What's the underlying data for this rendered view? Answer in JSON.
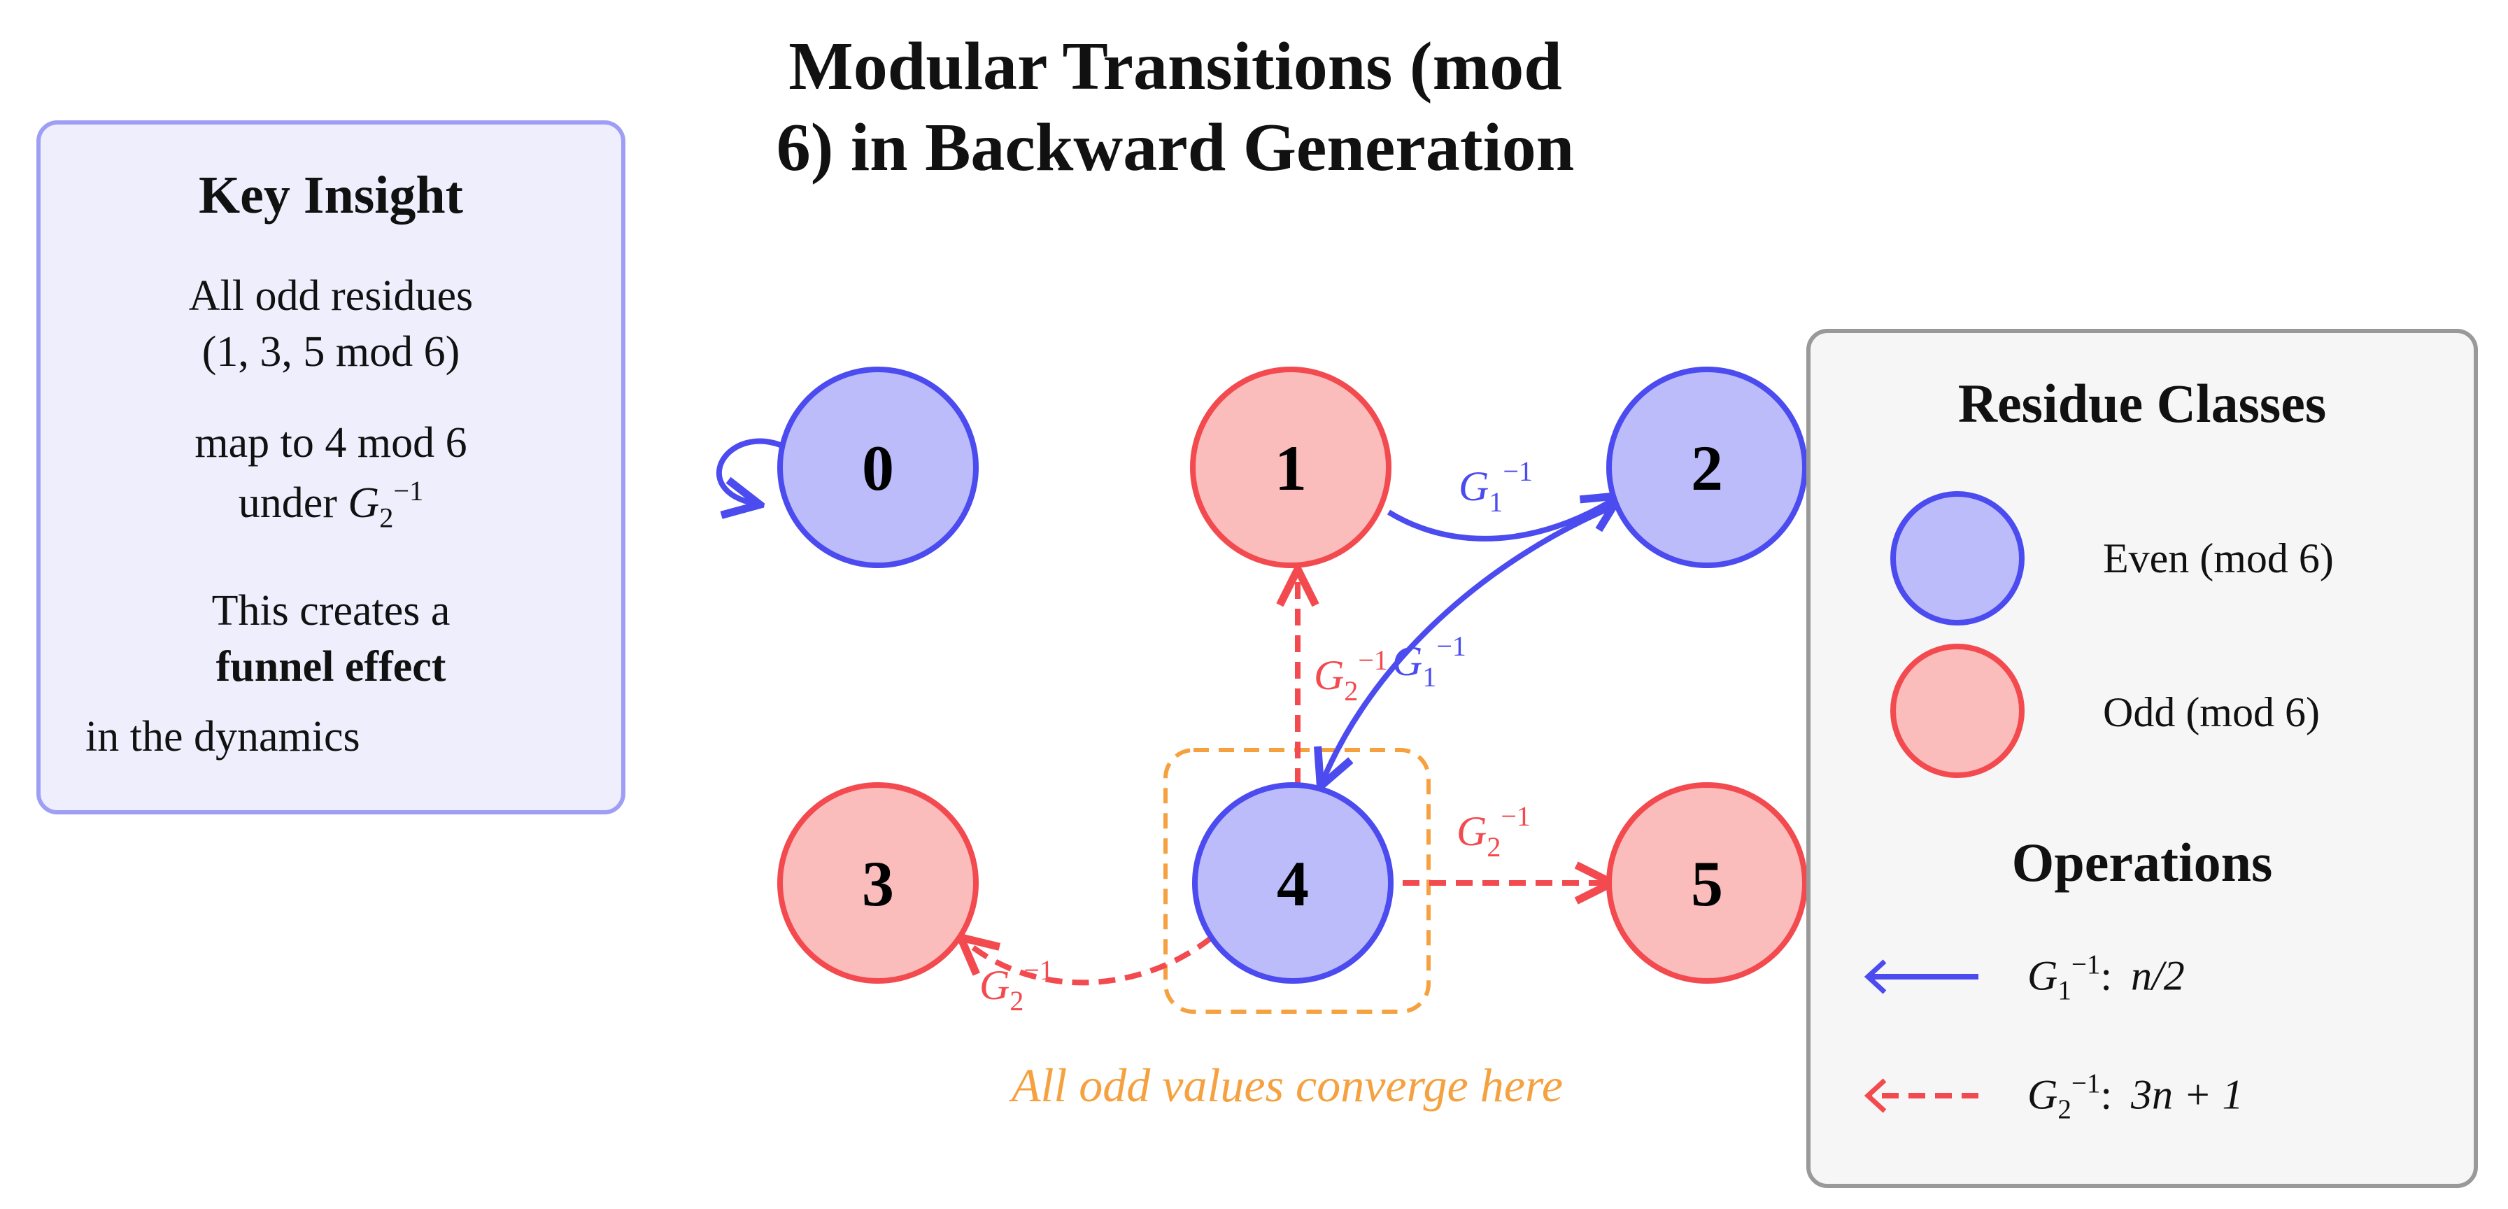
{
  "title": {
    "line1": "Modular Transitions (mod",
    "line2": "6) in Backward Generation"
  },
  "insight": {
    "heading": "Key Insight",
    "line1": "All odd residues",
    "line2": "(1, 3, 5 mod 6)",
    "line3": "map to 4 mod 6",
    "line4_prefix": "under ",
    "line4_op": "G",
    "line4_sub": "2",
    "line4_sup": "−1",
    "line5": "This creates a",
    "line6": "funnel effect",
    "line7": "in the dynamics"
  },
  "nodes": [
    {
      "id": "0",
      "label": "0",
      "class": "even"
    },
    {
      "id": "1",
      "label": "1",
      "class": "odd"
    },
    {
      "id": "2",
      "label": "2",
      "class": "even"
    },
    {
      "id": "3",
      "label": "3",
      "class": "odd"
    },
    {
      "id": "4",
      "label": "4",
      "class": "even"
    },
    {
      "id": "5",
      "label": "5",
      "class": "odd"
    }
  ],
  "edges": [
    {
      "from": "0",
      "to": "0",
      "op": "G1inv",
      "label": ""
    },
    {
      "from": "1",
      "to": "2",
      "op": "G1inv",
      "label": "G1−1"
    },
    {
      "from": "2",
      "to": "4",
      "op": "G1inv",
      "label": "G1−1"
    },
    {
      "from": "4",
      "to": "1",
      "op": "G2inv",
      "label": "G2−1"
    },
    {
      "from": "4",
      "to": "3",
      "op": "G2inv",
      "label": "G2−1"
    },
    {
      "from": "4",
      "to": "5",
      "op": "G2inv",
      "label": "G2−1"
    }
  ],
  "edge_labels": {
    "g1_base": "G",
    "g1_sub": "1",
    "g2_base": "G",
    "g2_sub": "2",
    "sup": "−1"
  },
  "annotation": "All odd values converge here",
  "legend": {
    "classes_heading": "Residue Classes",
    "even_label": "Even (mod 6)",
    "odd_label": "Odd (mod 6)",
    "operations_heading": "Operations",
    "op1_base": "G",
    "op1_sub": "1",
    "op1_sup": "−1",
    "op1_formula": "n/2",
    "op2_base": "G",
    "op2_sub": "2",
    "op2_sup": "−1",
    "op2_formula": "3n + 1"
  },
  "colors": {
    "even_fill": "#bcbcfb",
    "even_stroke": "#4b4bf0",
    "odd_fill": "#fbbcbc",
    "odd_stroke": "#f24a4f",
    "g1_edge": "#4b4bf0",
    "g2_edge": "#f24a4f",
    "highlight": "#f5a140",
    "insight_bg": "#eeeefd",
    "legend_bg": "#f6f6f6"
  }
}
